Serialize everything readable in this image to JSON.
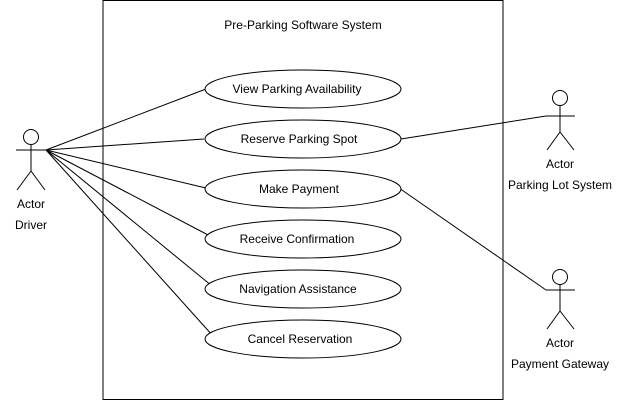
{
  "system": {
    "title": "Pre-Parking Software System"
  },
  "actors": {
    "driver": {
      "stereotype": "Actor",
      "name": "Driver"
    },
    "parking_lot": {
      "stereotype": "Actor",
      "name": "Parking Lot System"
    },
    "payment_gateway": {
      "stereotype": "Actor",
      "name": "Payment Gateway"
    }
  },
  "use_cases": [
    {
      "label": "View Parking Availability"
    },
    {
      "label": "Reserve Parking Spot"
    },
    {
      "label": "Make Payment"
    },
    {
      "label": "Receive Confirmation"
    },
    {
      "label": "Navigation Assistance"
    },
    {
      "label": "Cancel Reservation"
    }
  ],
  "associations": [
    {
      "from": "Driver",
      "to": "View Parking Availability"
    },
    {
      "from": "Driver",
      "to": "Reserve Parking Spot"
    },
    {
      "from": "Driver",
      "to": "Make Payment"
    },
    {
      "from": "Driver",
      "to": "Receive Confirmation"
    },
    {
      "from": "Driver",
      "to": "Navigation Assistance"
    },
    {
      "from": "Driver",
      "to": "Cancel Reservation"
    },
    {
      "from": "Parking Lot System",
      "to": "Reserve Parking Spot"
    },
    {
      "from": "Payment Gateway",
      "to": "Make Payment"
    }
  ]
}
